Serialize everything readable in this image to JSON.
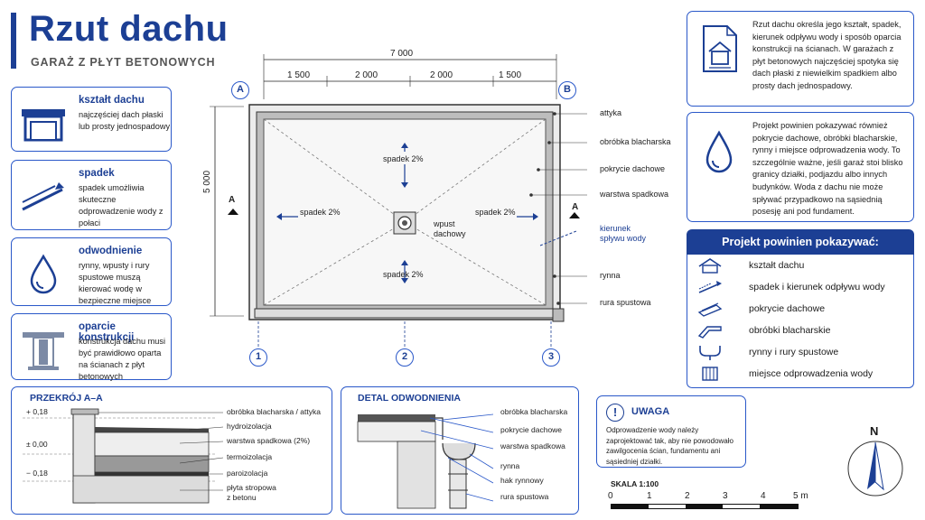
{
  "header": {
    "title": "Rzut dachu",
    "subtitle": "GARAŻ Z PŁYT BETONOWYCH"
  },
  "left_cards": [
    {
      "icon": "garage-icon",
      "title": "kształt dachu",
      "text": "najczęściej dach płaski lub prosty jednospadowy"
    },
    {
      "icon": "slope-arrow-icon",
      "title": "spadek",
      "text": "spadek umożliwia skuteczne odprowadzenie wody z połaci"
    },
    {
      "icon": "water-drop-icon",
      "title": "odwodnienie",
      "text": "rynny, wpusty i rury spustowe muszą kierować wodę w bezpieczne miejsce"
    },
    {
      "icon": "beam-support-icon",
      "title": "oparcie konstrukcji",
      "text": "konstrukcja dachu musi być prawidłowo oparta na ścianach z płyt betonowych"
    }
  ],
  "plan": {
    "total_width": "7 000",
    "segments": [
      "1 500",
      "2 000",
      "2 000",
      "1 500"
    ],
    "height": "5 000",
    "axes_top": [
      "A",
      "B"
    ],
    "axes_bottom": [
      "1",
      "2",
      "3"
    ],
    "section_marks": [
      "A",
      "A"
    ],
    "slopes": [
      "spadek 2%",
      "spadek 2%",
      "spadek 2%",
      "spadek 2%"
    ],
    "drain": "wpust dachowy",
    "callouts": [
      "attyka",
      "obróbka blacharska",
      "pokrycie dachowe",
      "warstwa spadkowa",
      "kierunek spływu wody",
      "rynna",
      "rura spustowa"
    ]
  },
  "section": {
    "title": "PRZEKRÓJ A–A",
    "levels": [
      "+ 0,18",
      "± 0,00",
      "− 0,18"
    ],
    "labels": [
      "obróbka blacharska / attyka",
      "hydroizolacja",
      "warstwa spadkowa (2%)",
      "termoizolacja",
      "paroizolacja",
      "płyta stropowa z betonu"
    ]
  },
  "detail": {
    "title": "DETAL ODWODNIENIA",
    "labels": [
      "obróbka blacharska",
      "pokrycie dachowe",
      "warstwa spadkowa",
      "rynna",
      "hak rynnowy",
      "rura spustowa"
    ]
  },
  "warning": {
    "title": "UWAGA",
    "text": "Odprowadzenie wody należy zaprojektować tak, aby nie powodowało zawilgocenia ścian, fundamentu ani sąsiedniej działki."
  },
  "scale": {
    "label": "SKALA 1:100",
    "ticks": [
      "0",
      "1",
      "2",
      "3",
      "4",
      "5 m"
    ]
  },
  "north": "N",
  "right_info": {
    "intro": "Rzut dachu określa jego kształt, spadek, kierunek odpływu wody i sposób oparcia konstrukcji na ścianach. W garażach z płyt betonowych najczęściej spotyka się dach płaski z niewielkim spadkiem albo prosty dach jednospadowy.",
    "detail": "Projekt powinien pokazywać również pokrycie dachowe, obróbki blacharskie, rynny i miejsce odprowadzenia wody. To szczególnie ważne, jeśli garaż stoi blisko granicy działki, podjazdu albo innych budynków. Woda z dachu nie może spływać przypadkowo na sąsiednią posesję ani pod fundament."
  },
  "checklist": {
    "title": "Projekt powinien pokazywać:",
    "items": [
      {
        "icon": "roof-shape-icon",
        "label": "kształt dachu"
      },
      {
        "icon": "slope-direction-icon",
        "label": "spadek i kierunek odpływu wody"
      },
      {
        "icon": "roof-covering-icon",
        "label": "pokrycie dachowe"
      },
      {
        "icon": "flashing-icon",
        "label": "obróbki blacharskie"
      },
      {
        "icon": "gutter-icon",
        "label": "rynny i rury spustowe"
      },
      {
        "icon": "drainage-grid-icon",
        "label": "miejsce odprowadzenia wody"
      }
    ]
  },
  "colors": {
    "accent": "#1c3f94",
    "border": "#2a58c9"
  }
}
